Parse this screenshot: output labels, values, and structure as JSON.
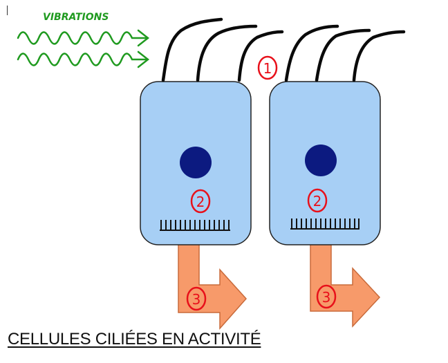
{
  "diagram": {
    "vibration_label": "VIBRATIONS",
    "marker_1": "1",
    "marker_2": "2",
    "marker_3": "3",
    "caption": "CELLULES CILIÉES EN ACTIVITÉ",
    "colors": {
      "cell_fill": "#a7cff5",
      "cell_stroke": "#222222",
      "nucleus": "#0c1a80",
      "cilia": "#0a0a0a",
      "marker": "#e8101a",
      "arrow_fill": "#f79a6a",
      "arrow_stroke": "#c86a3a",
      "vibration": "#1f9a1f"
    }
  }
}
